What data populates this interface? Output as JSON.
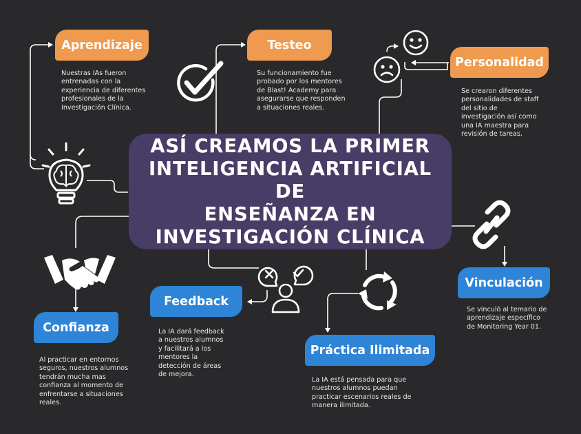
{
  "title": "ASÍ CREAMOS LA PRIMER\nINTELIGENCIA ARTIFICIAL DE\nENSEÑANZA EN\nINVESTIGACIÓN CLÍNICA",
  "colors": {
    "background": "#29292b",
    "center": "#483d66",
    "orange": "#ef9a4e",
    "blue": "#2e84d6",
    "line": "#ffffff"
  },
  "nodes": {
    "aprendizaje": {
      "label": "Aprendizaje",
      "text": "Nuestras IAs fueron\nentrenadas con la\nexperiencia de diferentes\nprofesionales de la\nInvestigación Clínica.",
      "icon": "brain-lightbulb-icon"
    },
    "testeo": {
      "label": "Testeo",
      "text": "Su funcionamiento fue\nprobado por los mentores\nde Blast! Academy para\nasegurarse que responden\na situaciones reales.",
      "icon": "checkmark-circle-icon"
    },
    "personalidad": {
      "label": "Personalidad",
      "text": "Se crearon diferentes\npersonalidades de staff\ndel sitio de\ninvestigación así como\nuna IA maestra para\nrevisión de tareas.",
      "icon": "happy-sad-faces-icon"
    },
    "vinculacion": {
      "label": "Vinculación",
      "text": "Se vinculó al temario de\naprendizaje específico\nde Monitoring Year 01.",
      "icon": "chain-link-icon"
    },
    "practica": {
      "label": "Práctica Ilimitada",
      "text": "La IA está pensada para que\nnuestros alumnos puedan\npracticar escenarios reales de\nmanera ilimitada.",
      "icon": "cycle-arrows-icon"
    },
    "feedback": {
      "label": "Feedback",
      "text": "La IA dará feedback\na nuestros alumnos\ny facilitará a los\nmentores la\ndetección de áreas\nde mejora.",
      "icon": "person-feedback-icon"
    },
    "confianza": {
      "label": "Confianza",
      "text": "Al practicar en entornos\nseguros, nuestros alumnos\ntendrán mucha mas\nconfianza al momento de\nenfrentarse a situaciones\nreales.",
      "icon": "handshake-icon"
    }
  }
}
